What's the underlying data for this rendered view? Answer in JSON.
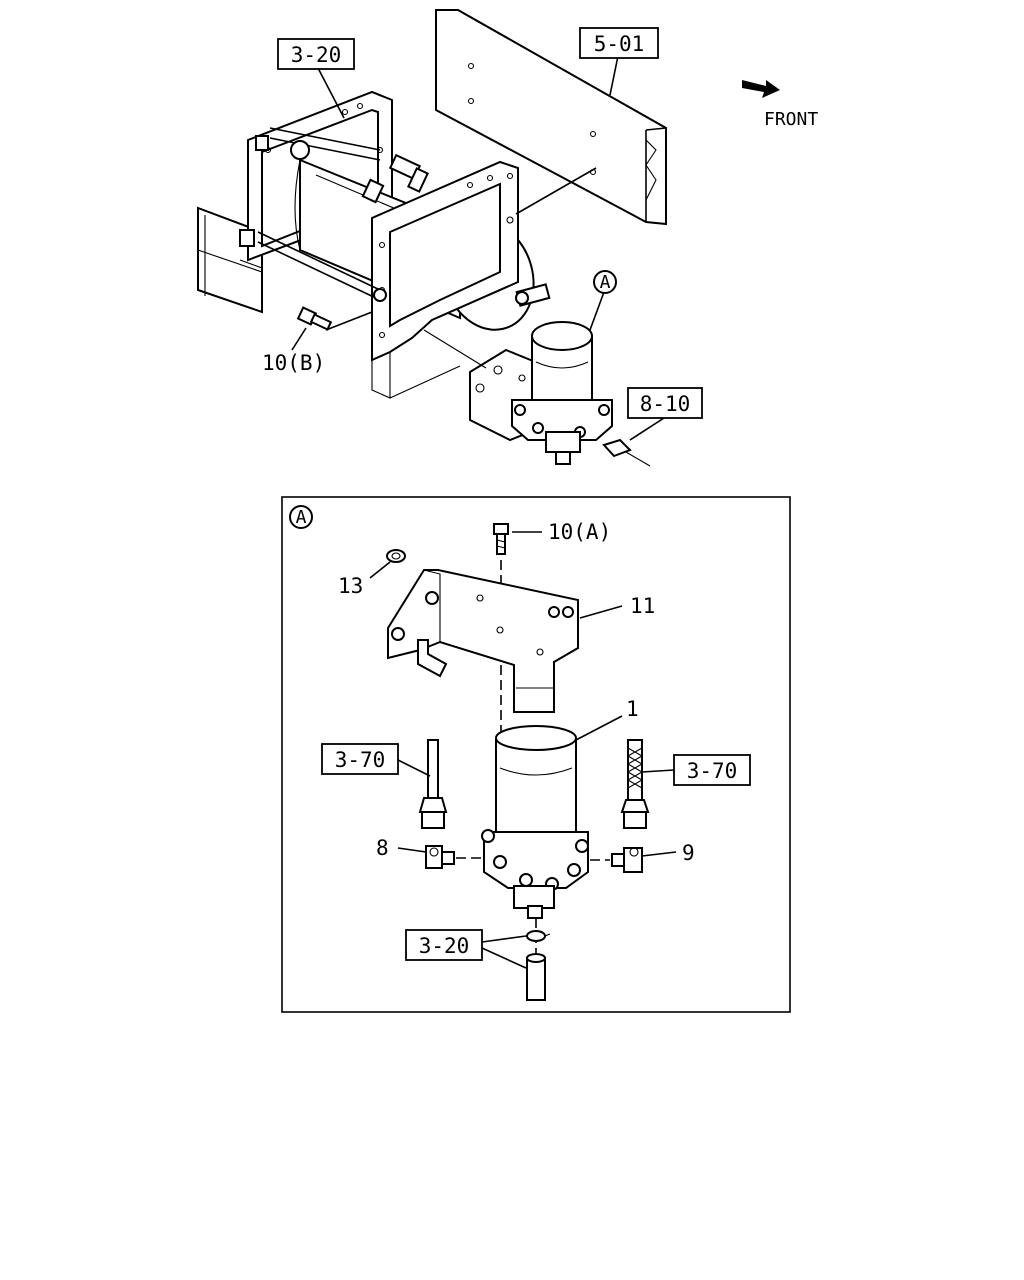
{
  "references": {
    "ref_3_20_top": "3-20",
    "ref_5_01": "5-01",
    "ref_8_10": "8-10",
    "ref_3_70_left": "3-70",
    "ref_3_70_right": "3-70",
    "ref_3_20_bottom": "3-20"
  },
  "direction": {
    "label": "FRONT"
  },
  "callouts": {
    "view_marker_top": "A",
    "view_marker_inset": "A",
    "bolt_10b": "10(B)",
    "bolt_10a": "10(A)",
    "nut_13": "13",
    "bracket_11": "11",
    "dryer_1": "1",
    "fitting_8": "8",
    "fitting_9": "9"
  }
}
